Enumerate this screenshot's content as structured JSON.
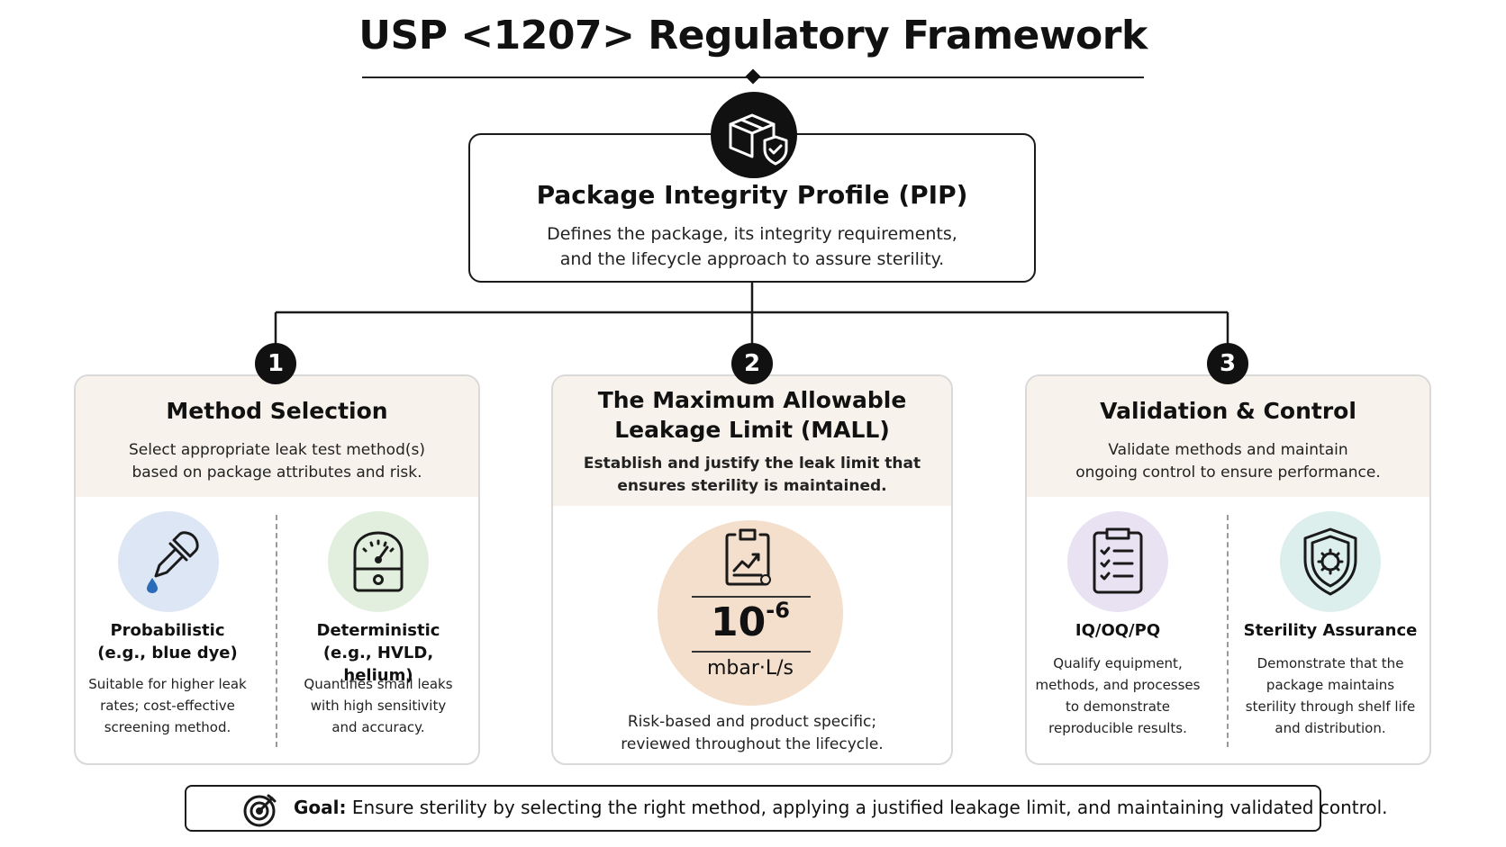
{
  "title": "USP <1207> Regulatory Framework",
  "pip": {
    "icon": "package-shield-check-icon",
    "title": "Package Integrity Profile (PIP)",
    "desc_line1": "Defines the package, its integrity requirements,",
    "desc_line2": "and the lifecycle approach to assure sterility."
  },
  "cards": [
    {
      "number": "1",
      "title": "Method Selection",
      "desc_line1": "Select appropriate leak test method(s)",
      "desc_line2": "based on package attributes and risk.",
      "items": [
        {
          "icon": "dropper-icon",
          "title_line1": "Probabilistic",
          "title_line2": "(e.g., blue dye)",
          "desc_line1": "Suitable for higher leak",
          "desc_line2": "rates; cost-effective",
          "desc_line3": "screening method."
        },
        {
          "icon": "gauge-icon",
          "title_line1": "Deterministic",
          "title_line2": "(e.g., HVLD, helium)",
          "desc_line1": "Quantifies small leaks",
          "desc_line2": "with high sensitivity",
          "desc_line3": "and accuracy."
        }
      ]
    },
    {
      "number": "2",
      "title_line1": "The Maximum Allowable",
      "title_line2": "Leakage Limit (MALL)",
      "desc_line1": "Establish and justify the leak limit that",
      "desc_line2": "ensures sterility is maintained.",
      "icon": "clipboard-chart-icon",
      "value_base": "10",
      "value_exp": "-6",
      "unit": "mbar·L/s",
      "foot_line1": "Risk-based and product specific;",
      "foot_line2": "reviewed throughout the lifecycle."
    },
    {
      "number": "3",
      "title": "Validation & Control",
      "desc_line1": "Validate methods and maintain",
      "desc_line2": "ongoing control to ensure performance.",
      "items": [
        {
          "icon": "checklist-icon",
          "title_line1": "IQ/OQ/PQ",
          "desc_line1": "Qualify equipment,",
          "desc_line2": "methods, and processes",
          "desc_line3": "to demonstrate",
          "desc_line4": "reproducible results."
        },
        {
          "icon": "shield-microbe-icon",
          "title_line1": "Sterility Assurance",
          "desc_line1": "Demonstrate that the",
          "desc_line2": "package maintains",
          "desc_line3": "sterility through shelf life",
          "desc_line4": "and distribution."
        }
      ]
    }
  ],
  "goal": {
    "icon": "target-icon",
    "label": "Goal:",
    "text": "Ensure sterility by selecting the right method, applying a justified leakage limit, and maintaining validated control."
  },
  "colors": {
    "header_tint": "#f8f2ec",
    "dropper_circle": "#dde6f4",
    "gauge_circle": "#e2efdf",
    "mall_circle": "#f3dfcb",
    "checklist_circle": "#e8e2f2",
    "shield_circle": "#dcefec"
  }
}
